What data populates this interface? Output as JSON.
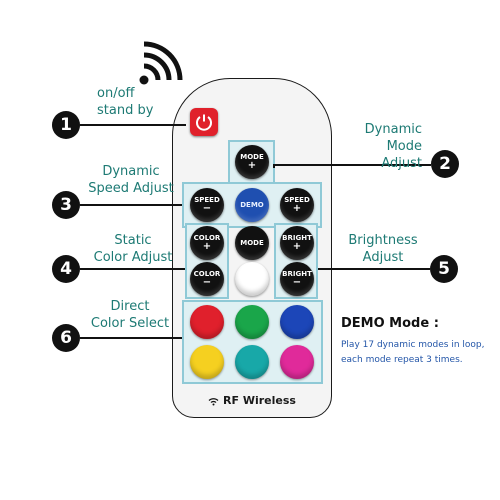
{
  "callouts": [
    {
      "number": "1",
      "label_line1": "on/off",
      "label_line2": "stand by"
    },
    {
      "number": "2",
      "label_line1": "Dynamic",
      "label_line2": "Mode Adjust"
    },
    {
      "number": "3",
      "label_line1": "Dynamic",
      "label_line2": "Speed Adjust"
    },
    {
      "number": "4",
      "label_line1": "Static",
      "label_line2": "Color Adjust"
    },
    {
      "number": "5",
      "label_line1": "Brightness",
      "label_line2": "Adjust"
    },
    {
      "number": "6",
      "label_line1": "Direct",
      "label_line2": "Color Select"
    }
  ],
  "buttons": {
    "mode_top": {
      "text": "MODE",
      "symbol": "+"
    },
    "speed_minus": {
      "text": "SPEED",
      "symbol": "−"
    },
    "demo": {
      "text": "DEMO"
    },
    "speed_plus": {
      "text": "SPEED",
      "symbol": "+"
    },
    "color_plus": {
      "text": "COLOR",
      "symbol": "+"
    },
    "mode_mid": {
      "text": "MODE"
    },
    "bright_plus": {
      "text": "BRIGHT",
      "symbol": "+"
    },
    "color_minus": {
      "text": "COLOR",
      "symbol": "−"
    },
    "bright_minus": {
      "text": "BRIGHT",
      "symbol": "−"
    }
  },
  "color_buttons": [
    "#ffffff",
    "#e0202c",
    "#1aa64a",
    "#1c46b8",
    "#f5d020",
    "#18a8a8",
    "#e02a9a"
  ],
  "colors": {
    "accent_label": "#1d7a74",
    "power": "#e0212b",
    "demo_button": "#1f4fb0",
    "frame": "#8fc9d6"
  },
  "remote": {
    "brand_label": "RF Wireless"
  },
  "demo_mode": {
    "title": "DEMO Mode :",
    "desc_line1": "Play 17 dynamic modes in loop,",
    "desc_line2": "each mode repeat 3 times."
  },
  "icons": [
    "wifi-signal-icon",
    "power-icon"
  ]
}
